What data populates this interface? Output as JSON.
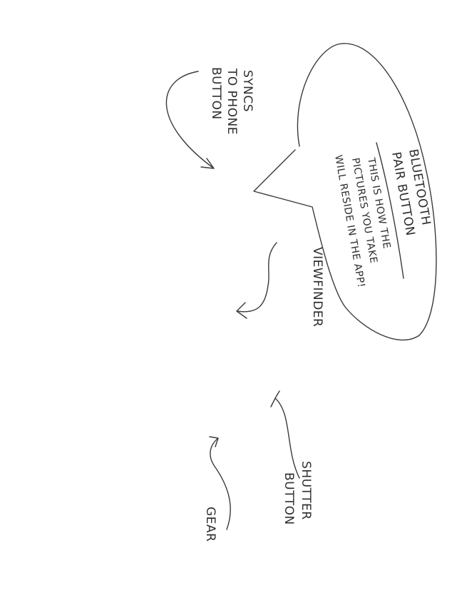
{
  "annotations": {
    "syncs": [
      "SYNCS",
      "TO PHONE",
      "BUTTON"
    ],
    "bubble": {
      "title_line1": "BLUETOOTH",
      "title_line2": "PAIR BUTTON",
      "body_line1": "THIS IS HOW THE",
      "body_line2": "PICTURES YOU TAKE",
      "body_line3": "WILL RESIDE IN THE APP!"
    },
    "viewfinder": "VIEWFINDER",
    "shutter": [
      "SHUTTER",
      "BUTTON"
    ],
    "gear": "GEAR"
  }
}
